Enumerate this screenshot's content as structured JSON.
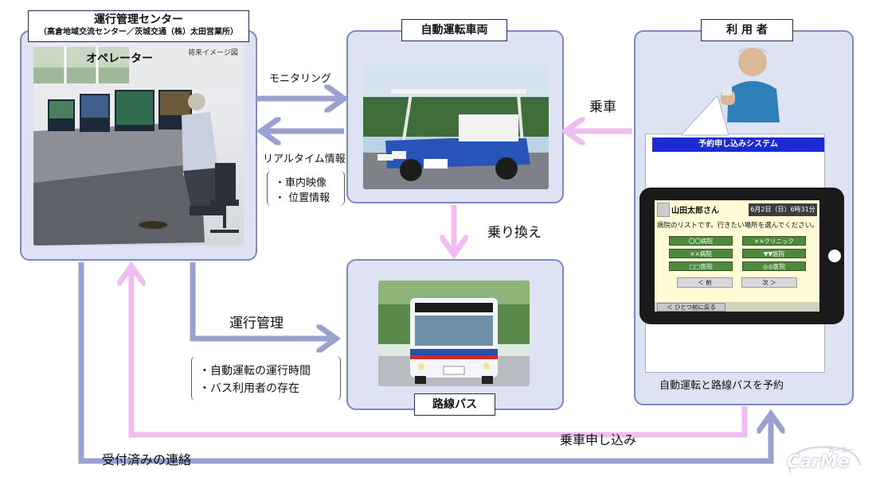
{
  "center": {
    "title": "運行管理センター",
    "subtitle": "（高倉地域交流センター／茨城交通（株）太田営業所）",
    "photo_label": "オペレーター",
    "photo_note": "将来イメージ図"
  },
  "vehicle": {
    "title": "自動運転車両"
  },
  "bus": {
    "title": "路線バス"
  },
  "user": {
    "title": "利 用 者",
    "system_label": "予約申し込みシステム",
    "caption": "自動運転と路線バスを予約",
    "tablet": {
      "name": "山田太郎さん",
      "date": "6月2日（日）6時31分",
      "message": "病院のリストです。行きたい場所を選んでください。",
      "options": [
        "〇〇病院",
        "××クリニック",
        "××病院",
        "▼▼医院",
        "□□医院",
        "◎◎医院"
      ],
      "prev": "＜ 前",
      "next": "次 ＞",
      "back": "＜ ひとつ前に戻る"
    }
  },
  "flows": {
    "monitoring": "モニタリング",
    "realtime": "リアルタイム情報",
    "realtime_items": [
      "・車内映像",
      "・ 位置情報"
    ],
    "boarding": "乗車",
    "transfer": "乗り換え",
    "operation": "運行管理",
    "operation_items": [
      "・自動運転の運行時間",
      "・バス利用者の存在"
    ],
    "ride_request": "乗車申し込み",
    "accepted": "受付済みの連絡"
  },
  "logo": {
    "text": "CarMe",
    "kana": "カーミー"
  },
  "colors": {
    "panel_bg": "#dde3f2",
    "panel_border": "#7d89bf",
    "flow_blue": "#9aa0cf",
    "flow_pink": "#efbdf0",
    "system_blue": "#1c2bd1"
  }
}
